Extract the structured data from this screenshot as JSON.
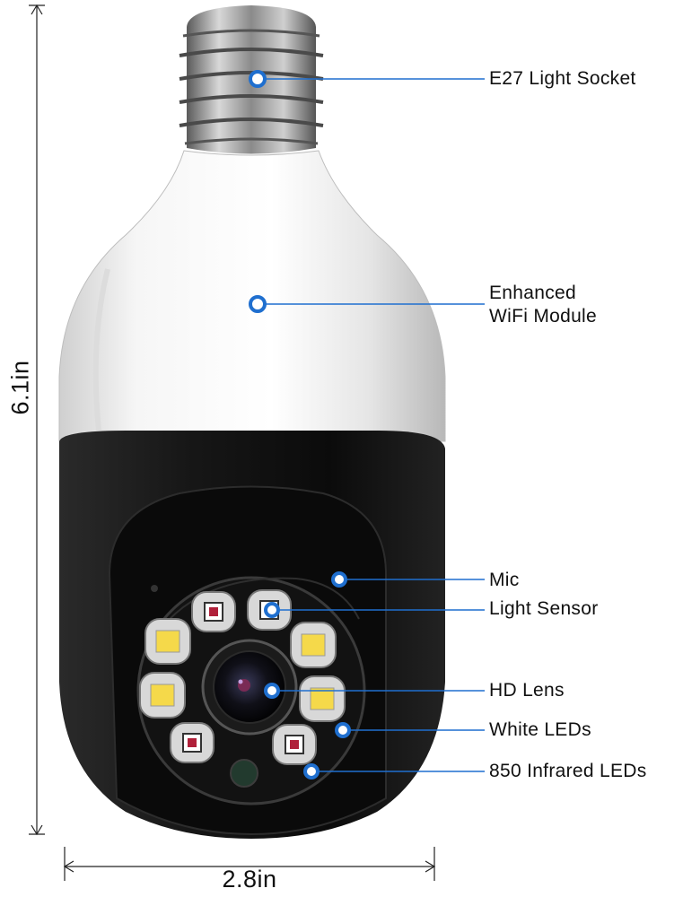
{
  "dimensions": {
    "height": "6.1in",
    "width": "2.8in"
  },
  "callouts": [
    {
      "id": "socket",
      "label": "E27 Light Socket"
    },
    {
      "id": "wifi",
      "label_lines": [
        "Enhanced",
        "WiFi Module"
      ]
    },
    {
      "id": "mic",
      "label": "Mic"
    },
    {
      "id": "light-sensor",
      "label": "Light Sensor"
    },
    {
      "id": "lens",
      "label": "HD Lens"
    },
    {
      "id": "white-leds",
      "label": "White LEDs"
    },
    {
      "id": "ir-leds",
      "label": "850 Infrared LEDs"
    }
  ],
  "colors": {
    "callout": "#1f6fcf",
    "body_white": "#f4f4f4",
    "body_black": "#111111",
    "socket_metal": "#9a9a9a"
  }
}
